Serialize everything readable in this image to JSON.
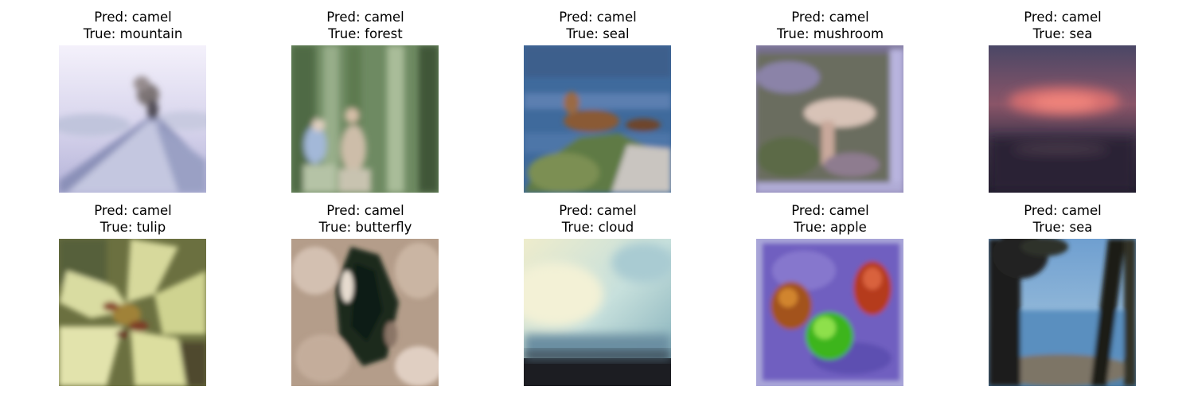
{
  "panels": [
    {
      "pred_line": "Pred: camel",
      "true_line": "True: mountain",
      "image": "snowy-mountain-with-smoke-plume"
    },
    {
      "pred_line": "Pred: camel",
      "true_line": "True: forest",
      "image": "people-walking-in-green-forest"
    },
    {
      "pred_line": "Pred: camel",
      "true_line": "True: seal",
      "image": "seal-on-rock-by-blue-water"
    },
    {
      "pred_line": "Pred: camel",
      "true_line": "True: mushroom",
      "image": "pale-mushroom-framed-print"
    },
    {
      "pred_line": "Pred: camel",
      "true_line": "True: sea",
      "image": "pink-sunset-over-dark-sea"
    },
    {
      "pred_line": "Pred: camel",
      "true_line": "True: tulip",
      "image": "pale-yellow-lily-closeup"
    },
    {
      "pred_line": "Pred: camel",
      "true_line": "True: butterfly",
      "image": "dark-butterfly-on-tan-bark"
    },
    {
      "pred_line": "Pred: camel",
      "true_line": "True: cloud",
      "image": "cream-and-teal-cloudy-sky"
    },
    {
      "pred_line": "Pred: camel",
      "true_line": "True: apple",
      "image": "three-apples-on-purple-cloth"
    },
    {
      "pred_line": "Pred: camel",
      "true_line": "True: sea",
      "image": "trees-framing-blue-sea"
    }
  ]
}
